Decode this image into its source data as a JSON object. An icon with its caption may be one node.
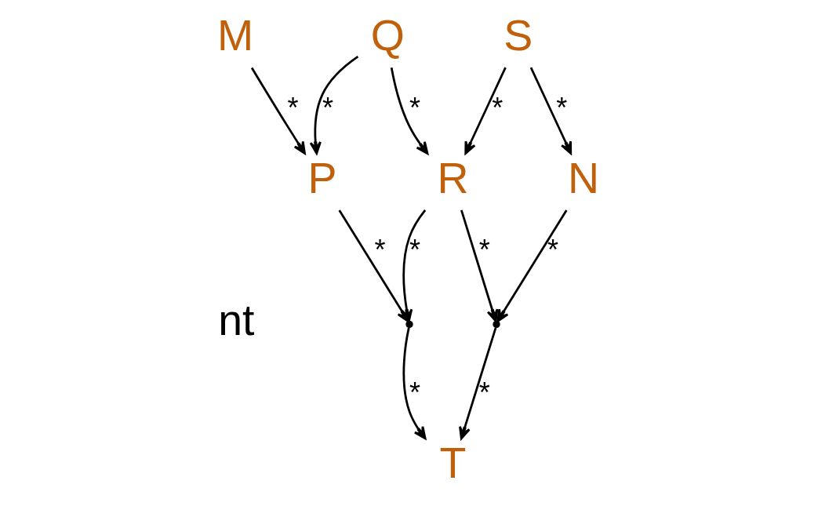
{
  "diagram": {
    "nodes": [
      {
        "text": [
          "M"
        ]
      },
      {
        "text": [
          "Q"
        ]
      },
      {
        "text": [
          "S"
        ]
      },
      {
        "text": [
          "P"
        ]
      },
      {
        "text": [
          "R"
        ]
      },
      {
        "text": [
          "N"
        ]
      },
      {
        "text": [],
        "shape": "point"
      },
      {
        "text": [],
        "shape": "point"
      },
      {
        "text": [
          "T"
        ]
      }
    ],
    "edges": [
      {
        "from": 0,
        "to": 3,
        "arrow": "to",
        "label": "*"
      },
      {
        "from": 1,
        "to": 3,
        "arrow": "to",
        "label": "*"
      },
      {
        "from": 1,
        "to": 4,
        "arrow": "to",
        "label": "*"
      },
      {
        "from": 2,
        "to": 4,
        "arrow": "to",
        "label": "*"
      },
      {
        "from": 2,
        "to": 5,
        "arrow": "to",
        "label": "*"
      },
      {
        "from": 3,
        "to": 6,
        "arrow": "to",
        "label": "*"
      },
      {
        "from": 4,
        "to": 6,
        "arrow": "to",
        "label": "*"
      },
      {
        "from": 4,
        "to": 7,
        "arrow": "to",
        "label": "*"
      },
      {
        "from": 5,
        "to": 7,
        "arrow": "to",
        "label": "*"
      },
      {
        "from": 6,
        "to": 8,
        "arrow": "to",
        "label": "*"
      },
      {
        "from": 7,
        "to": 8,
        "arrow": "to",
        "label": "*"
      }
    ],
    "labels": [
      "nt"
    ]
  }
}
